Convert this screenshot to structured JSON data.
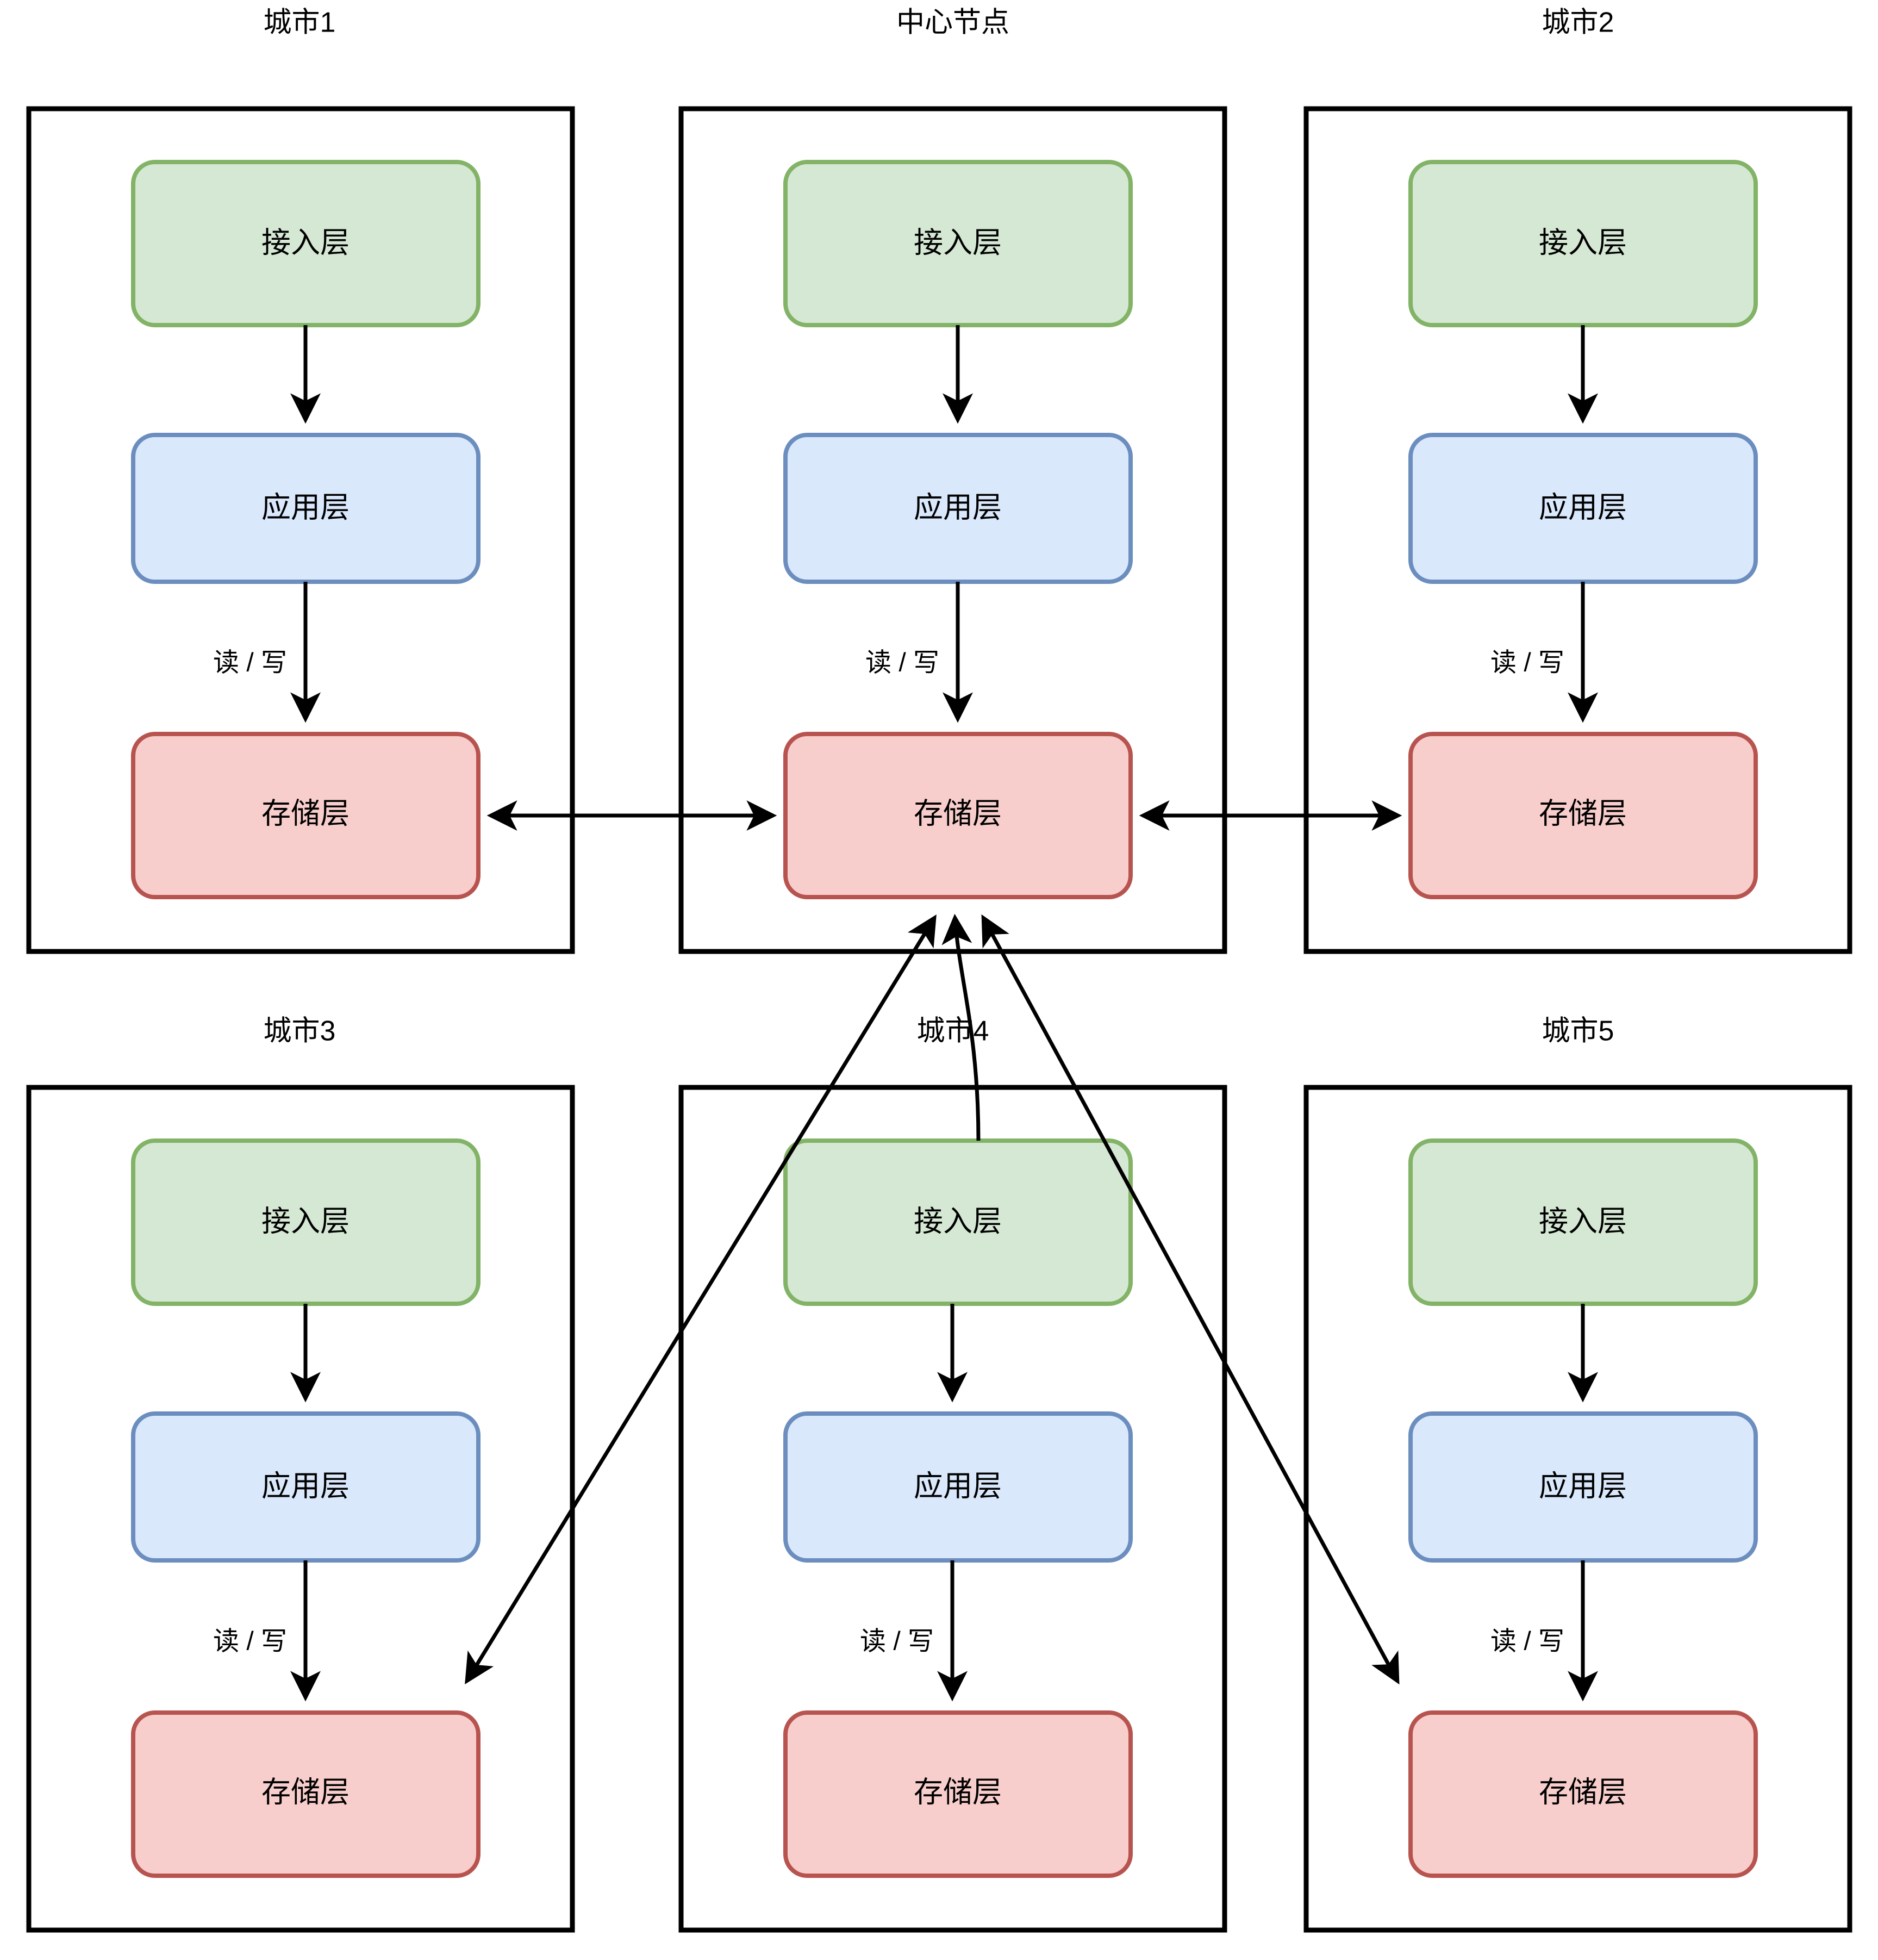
{
  "diagram": {
    "title_text": "",
    "colors": {
      "access_fill": "#d5e8d4",
      "access_stroke": "#82b366",
      "app_fill": "#dae8fc",
      "app_stroke": "#6c8ebf",
      "storage_fill": "#f8cecc",
      "storage_stroke": "#b85450",
      "panel_stroke": "#000000",
      "edge_stroke": "#000000",
      "background": "#ffffff"
    },
    "layer_labels": {
      "access": "接入层",
      "app": "应用层",
      "storage": "存储层"
    },
    "edge_labels": {
      "read_write": "读 / 写"
    },
    "panels": [
      {
        "id": "city1",
        "title": "城市1",
        "row": 0,
        "col": 0
      },
      {
        "id": "center",
        "title": "中心节点",
        "row": 0,
        "col": 1
      },
      {
        "id": "city2",
        "title": "城市2",
        "row": 0,
        "col": 2
      },
      {
        "id": "city3",
        "title": "城市3",
        "row": 1,
        "col": 0
      },
      {
        "id": "city4",
        "title": "城市4",
        "row": 1,
        "col": 1
      },
      {
        "id": "city5",
        "title": "城市5",
        "row": 1,
        "col": 2
      }
    ],
    "intra_panel_edges": [
      {
        "from": "access",
        "to": "app",
        "label": ""
      },
      {
        "from": "app",
        "to": "storage",
        "label": "读 / 写"
      }
    ],
    "cross_panel_edges": [
      {
        "from": "city1.storage",
        "to": "center.storage",
        "style": "bidirectional-horizontal"
      },
      {
        "from": "city2.storage",
        "to": "center.storage",
        "style": "bidirectional-horizontal"
      },
      {
        "from": "city4.access",
        "to": "center.storage",
        "style": "diagonal-up"
      },
      {
        "from": "center.storage",
        "to": "city3.storage",
        "style": "diagonal-down-left"
      },
      {
        "from": "center.storage",
        "to": "city5.storage",
        "style": "diagonal-down-right"
      }
    ]
  }
}
